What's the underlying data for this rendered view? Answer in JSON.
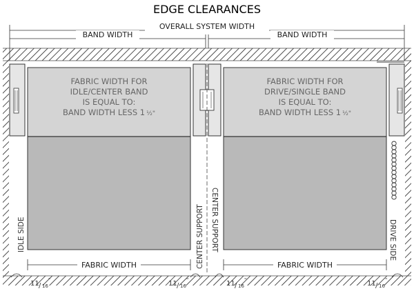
{
  "title": "EDGE CLEARANCES",
  "overall_label": "OVERALL SYSTEM WIDTH",
  "band_left_label": "BAND WIDTH",
  "band_right_label": "BAND WIDTH",
  "left_fabric_note": [
    "FABRIC WIDTH FOR",
    "IDLE/CENTER BAND",
    "IS EQUAL TO:",
    "BAND WIDTH LESS 1",
    "½\""
  ],
  "right_fabric_note": [
    "FABRIC WIDTH FOR",
    "DRIVE/SINGLE BAND",
    "IS EQUAL TO:",
    "BAND WIDTH LESS 1",
    "½\""
  ],
  "idle_side": "IDLE SIDE",
  "drive_side": "DRIVE SIDE",
  "center_support": "CENTER SUPPORT",
  "fabric_width_label": "FABRIC WIDTH",
  "clearance": {
    "whole": "11",
    "slash": "/",
    "den": "16",
    "inch": "\""
  },
  "colors": {
    "fabric_top": "#d4d4d4",
    "fabric_bottom": "#b9b9b9",
    "bracket": "#e6e6e6",
    "outline": "#333333"
  }
}
